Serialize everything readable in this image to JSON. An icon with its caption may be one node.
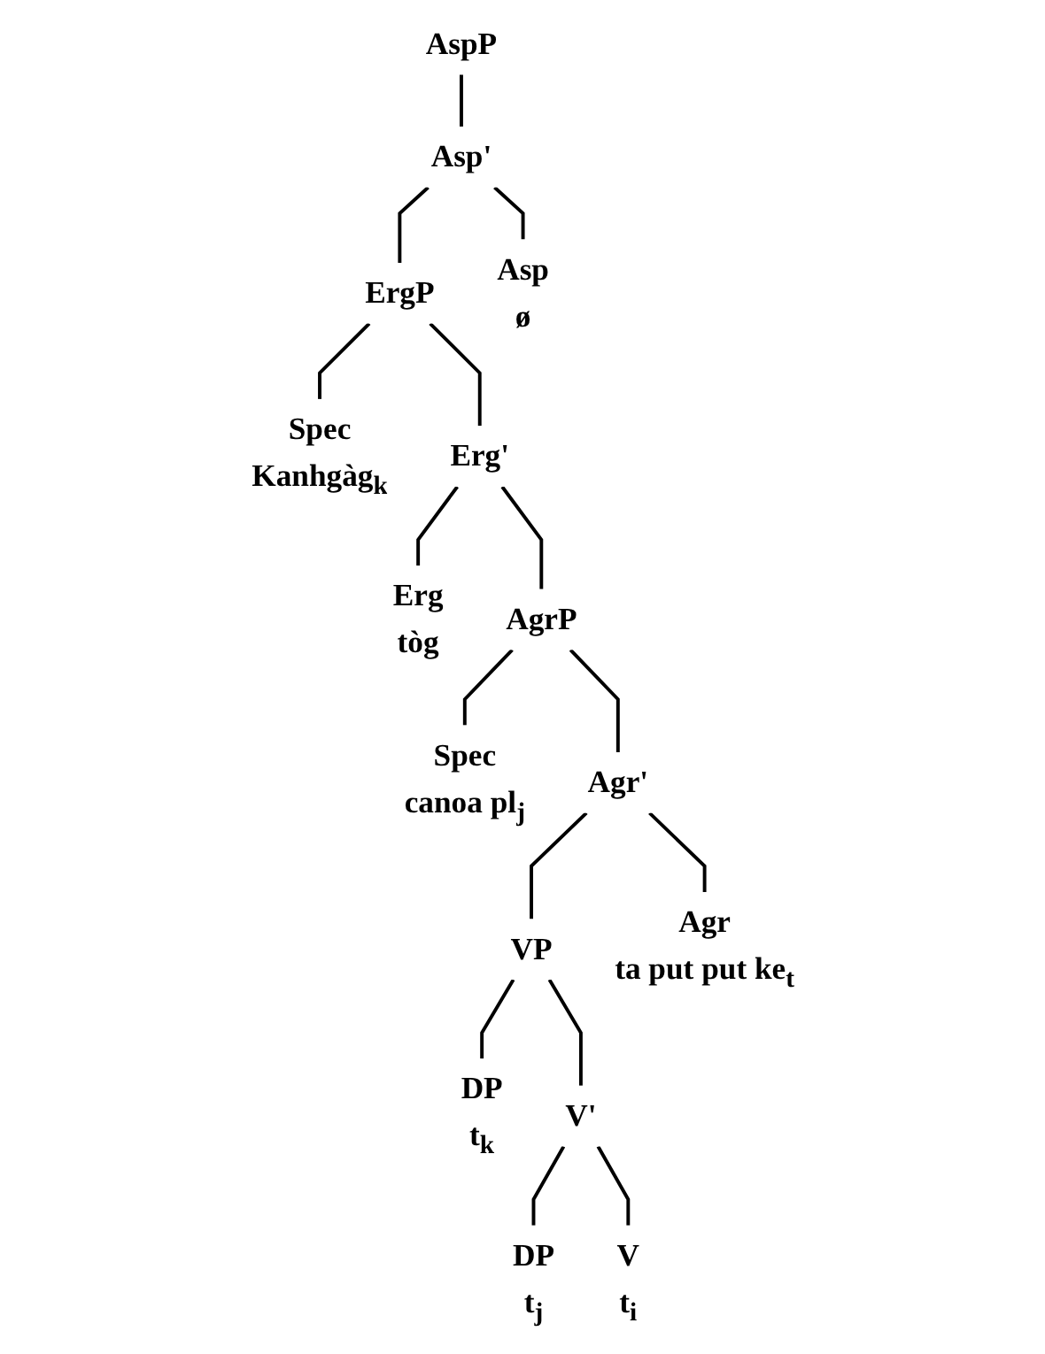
{
  "diagram": {
    "nodes": [
      {
        "text": [
          "AspP"
        ]
      },
      {
        "text": [
          "Asp'"
        ]
      },
      {
        "text": [
          "ErgP"
        ]
      },
      {
        "text": [
          "Asp",
          "ø"
        ]
      },
      {
        "text": [
          "Spec",
          "Kanhgàg$_{k}$"
        ]
      },
      {
        "text": [
          "Erg'"
        ]
      },
      {
        "text": [
          "Erg",
          "tòg"
        ]
      },
      {
        "text": [
          "AgrP"
        ]
      },
      {
        "text": [
          "Spec",
          "canoa pl$_{j}$"
        ]
      },
      {
        "text": [
          "Agr'"
        ]
      },
      {
        "text": [
          "VP"
        ]
      },
      {
        "text": [
          "Agr",
          "ta put put ke$_{t}$"
        ]
      },
      {
        "text": [
          "DP",
          "t$_{k}$"
        ]
      },
      {
        "text": [
          "V'"
        ]
      },
      {
        "text": [
          "DP",
          "t$_{j}$"
        ]
      },
      {
        "text": [
          "V",
          "t$_{i}$"
        ]
      }
    ],
    "edges": [
      {
        "from": 0,
        "to": 1,
        "arrow": "none"
      },
      {
        "from": 1,
        "to": 2,
        "arrow": "none"
      },
      {
        "from": 1,
        "to": 3,
        "arrow": "none"
      },
      {
        "from": 2,
        "to": 4,
        "arrow": "none"
      },
      {
        "from": 2,
        "to": 5,
        "arrow": "none"
      },
      {
        "from": 5,
        "to": 6,
        "arrow": "none"
      },
      {
        "from": 5,
        "to": 7,
        "arrow": "none"
      },
      {
        "from": 7,
        "to": 8,
        "arrow": "none"
      },
      {
        "from": 7,
        "to": 9,
        "arrow": "none"
      },
      {
        "from": 9,
        "to": 10,
        "arrow": "none"
      },
      {
        "from": 9,
        "to": 11,
        "arrow": "none"
      },
      {
        "from": 10,
        "to": 12,
        "arrow": "none"
      },
      {
        "from": 10,
        "to": 13,
        "arrow": "none"
      },
      {
        "from": 13,
        "to": 14,
        "arrow": "none"
      },
      {
        "from": 13,
        "to": 15,
        "arrow": "none"
      }
    ]
  }
}
